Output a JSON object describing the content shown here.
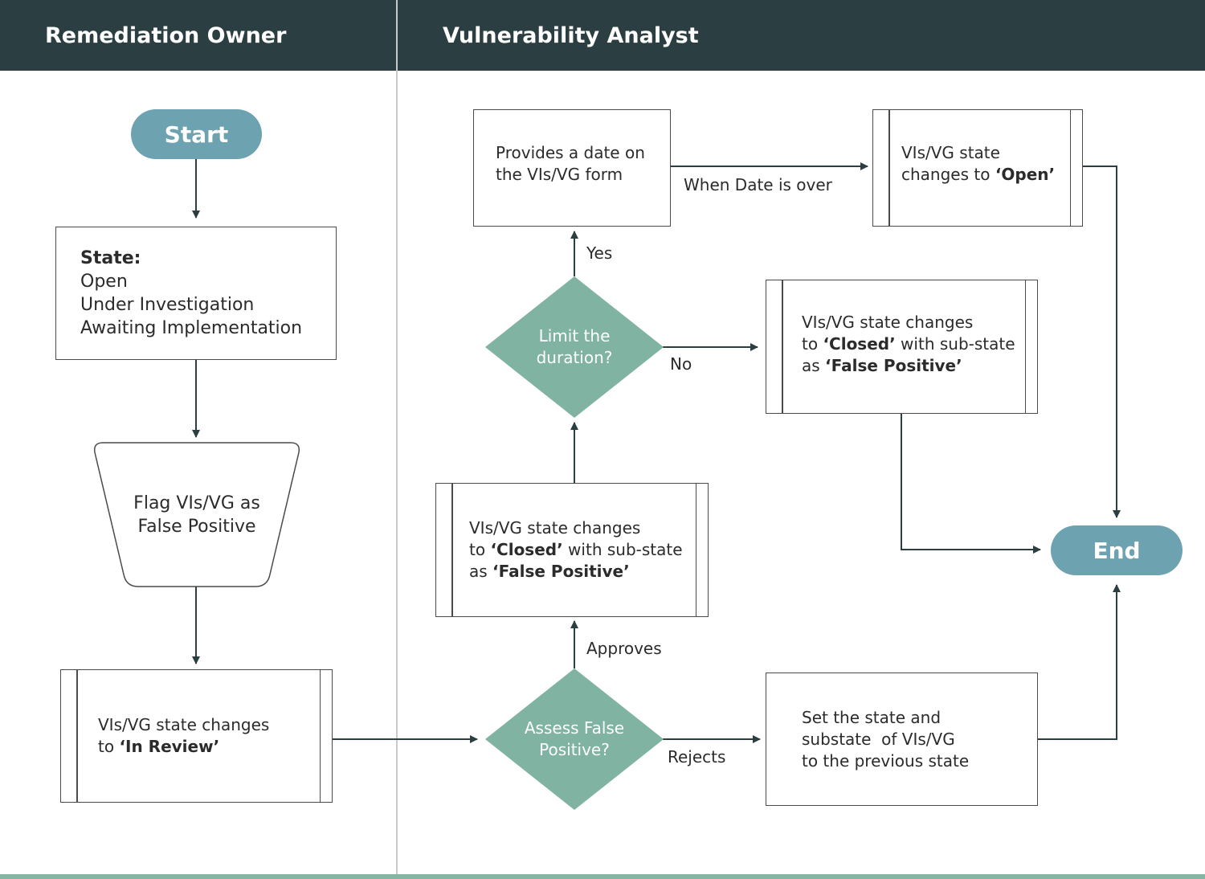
{
  "lanes": {
    "left": "Remediation Owner",
    "right": "Vulnerability Analyst"
  },
  "start": "Start",
  "end": "End",
  "state_box": {
    "heading": "State:",
    "lines": [
      "Open",
      "Under Investigation",
      "Awaiting Implementation"
    ]
  },
  "flag_box": {
    "line1": "Flag VIs/VG as",
    "line2": "False Positive"
  },
  "in_review_box": {
    "line1": "VIs/VG state changes",
    "line2_prefix": "to ",
    "line2_bold": "‘In Review’"
  },
  "assess_diamond": {
    "line1": "Assess False",
    "line2": "Positive?"
  },
  "closed_box_center": {
    "line1": "VIs/VG state changes",
    "line2_prefix": "to ",
    "line2_bold": "‘Closed’",
    "line2_suffix": " with sub-state",
    "line3_prefix": "as ",
    "line3_bold": "‘False Positive’"
  },
  "limit_diamond": {
    "line1": "Limit the",
    "line2": "duration?"
  },
  "date_box": {
    "line1": "Provides a date on",
    "line2": "the VIs/VG form"
  },
  "open_box": {
    "line1": "VIs/VG state",
    "line2_prefix": "changes to ",
    "line2_bold": "‘Open’"
  },
  "closed_box_right": {
    "line1": "VIs/VG state changes",
    "line2_prefix": "to ",
    "line2_bold": "‘Closed’",
    "line2_suffix": " with sub-state",
    "line3_prefix": "as ",
    "line3_bold": "‘False Positive’"
  },
  "previous_box": {
    "line1": "Set the state and",
    "line2": "substate  of VIs/VG",
    "line3": "to the previous state"
  },
  "edge_labels": {
    "yes": "Yes",
    "no": "No",
    "approves": "Approves",
    "rejects": "Rejects",
    "date_over": "When Date is over"
  },
  "colors": {
    "header": "#2b3e42",
    "pill": "#6da2b1",
    "diamond": "#80b3a1",
    "bottom_bar": "#86b5a3"
  }
}
